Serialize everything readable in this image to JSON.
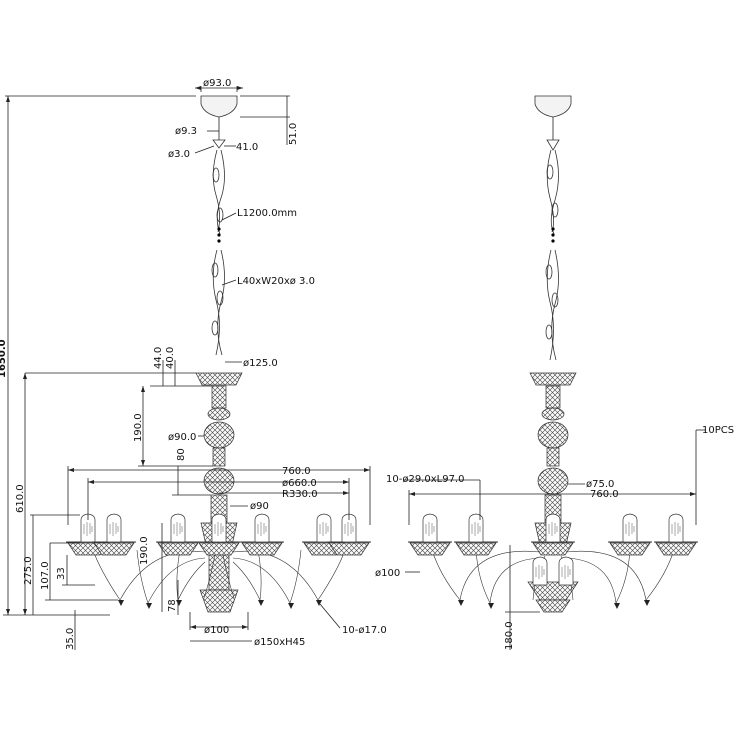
{
  "front_view": {
    "canopy_diameter": "ø93.0",
    "rod_diameter": "ø9.3",
    "canopy_height": "51.0",
    "hook_diameter": "ø3.0",
    "hook_length": "41.0",
    "chain_length": "L1200.0mm",
    "chain_link": "L40xW20xø 3.0",
    "total_height": "1650.0",
    "top_plate_h1": "44.0",
    "top_plate_h2": "40.0",
    "top_plate_diameter": "ø125.0",
    "upper_body_height": "190.0",
    "middle_ball_diameter": "ø90.0",
    "gap_80": "80",
    "body_height": "610.0",
    "span_760": "760.0",
    "diameter_660": "ø660.0",
    "radius_330": "R330.0",
    "diameter_90": "ø90",
    "lower_body_height": "190.0",
    "arm_height_275": "275.0",
    "arm_height_107": "107.0",
    "arm_height_33": "33",
    "arm_drop_78": "78",
    "bottom_35": "35.0",
    "bottom_diameter_100": "ø100",
    "bottom_bowl": "ø150xH45",
    "bulb_count_diameter": "10-ø17.0"
  },
  "side_view": {
    "cup_spec": "10-ø29.0xL97.0",
    "ball_diameter": "ø75.0",
    "span_760": "760.0",
    "qty": "10PCS",
    "cup_diameter": "ø100",
    "bottom_180": "180.0"
  }
}
